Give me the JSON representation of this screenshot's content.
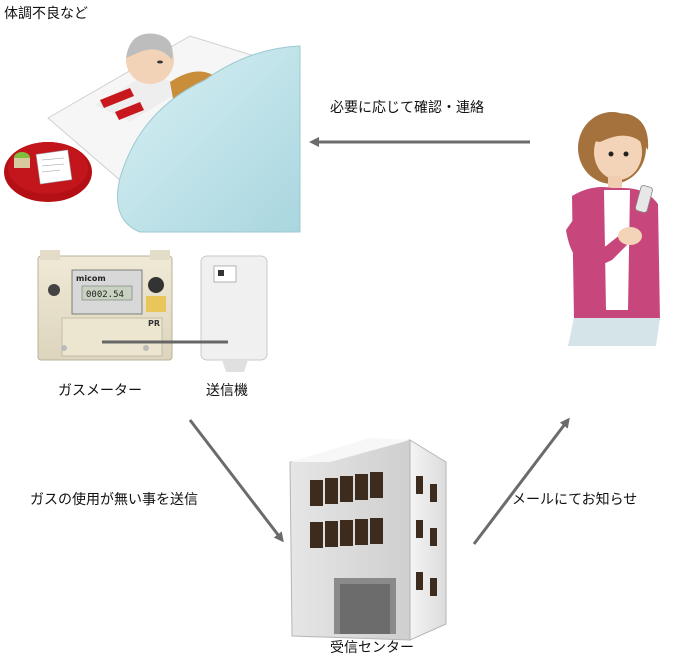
{
  "labels": {
    "sick": "体調不良など",
    "contact": "必要に応じて確認・連絡",
    "gas_meter": "ガスメーター",
    "transmitter": "送信機",
    "send_no_usage": "ガスの使用が無い事を送信",
    "notify_email": "メールにてお知らせ",
    "center": "受信センター"
  },
  "meter_display": {
    "brand": "micom",
    "reading": "0002.54",
    "pr_mark": "PR"
  },
  "colors": {
    "arrow": "#6b6b6b",
    "blanket": "#bfe3ea",
    "cardigan": "#c7477d",
    "tray": "#b30f14"
  }
}
